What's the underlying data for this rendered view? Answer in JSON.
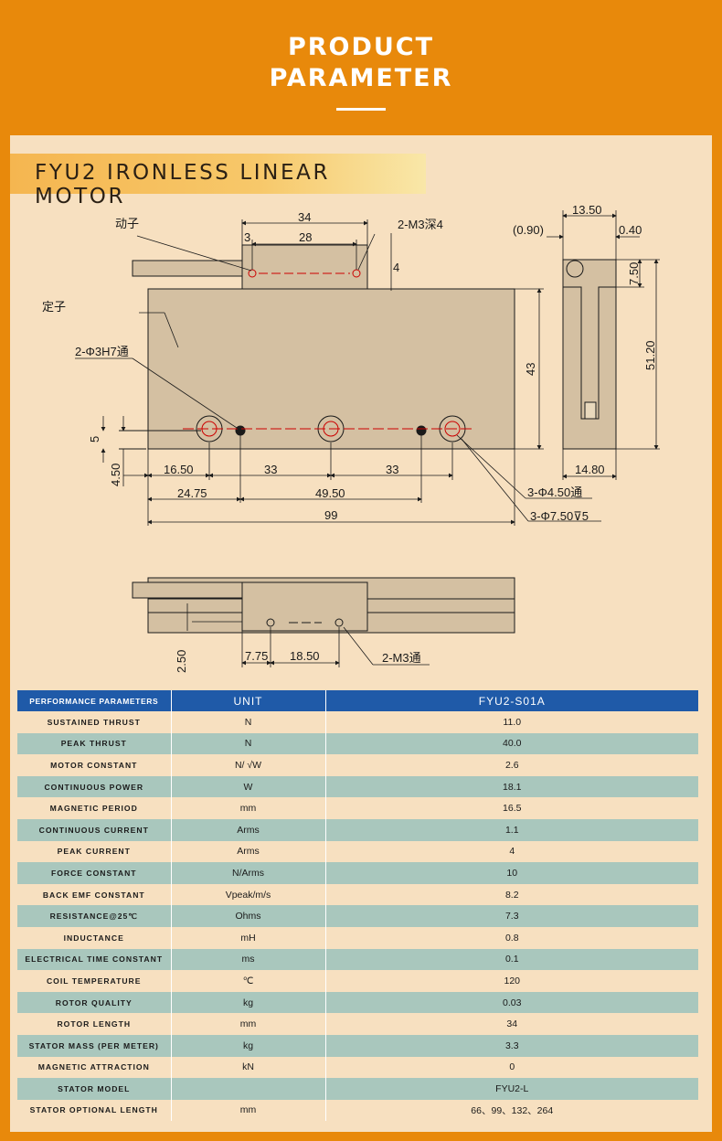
{
  "header": {
    "line1": "PRODUCT",
    "line2": "PARAMETER"
  },
  "section_title": "FYU2 IRONLESS LINEAR MOTOR",
  "drawing": {
    "labels": {
      "mover": "动子",
      "stator": "定子",
      "pin_holes": "2-Φ3H7通",
      "top_tapped": "2-M3深4",
      "thru_holes": "3-Φ4.50通",
      "counterbore": "3-Φ7.50⊽5",
      "bottom_tapped": "2-M3通"
    },
    "dims": {
      "d34": "34",
      "d28": "28",
      "d3": "3",
      "d4": "4",
      "d43": "43",
      "d5": "5",
      "d450": "4.50",
      "d1650": "16.50",
      "d33a": "33",
      "d33b": "33",
      "d2475": "24.75",
      "d4950": "49.50",
      "d99": "99",
      "d1350": "13.50",
      "d090": "(0.90)",
      "d040": "0.40",
      "d750": "7.50",
      "d5120": "51.20",
      "d1480": "14.80",
      "d250": "2.50",
      "d775": "7.75",
      "d1850": "18.50"
    }
  },
  "table": {
    "headers": [
      "PERFORMANCE PARAMETERS",
      "UNIT",
      "FYU2-S01A"
    ],
    "rows": [
      [
        "SUSTAINED THRUST",
        "N",
        "11.0"
      ],
      [
        "PEAK THRUST",
        "N",
        "40.0"
      ],
      [
        "MOTOR CONSTANT",
        "N/ √W",
        "2.6"
      ],
      [
        "CONTINUOUS POWER",
        "W",
        "18.1"
      ],
      [
        "MAGNETIC PERIOD",
        "mm",
        "16.5"
      ],
      [
        "CONTINUOUS CURRENT",
        "Arms",
        "1.1"
      ],
      [
        "PEAK CURRENT",
        "Arms",
        "4"
      ],
      [
        "FORCE CONSTANT",
        "N/Arms",
        "10"
      ],
      [
        "BACK EMF CONSTANT",
        "Vpeak/m/s",
        "8.2"
      ],
      [
        "RESISTANCE@25℃",
        "Ohms",
        "7.3"
      ],
      [
        "INDUCTANCE",
        "mH",
        "0.8"
      ],
      [
        "ELECTRICAL TIME CONSTANT",
        "ms",
        "0.1"
      ],
      [
        "COIL TEMPERATURE",
        "℃",
        "120"
      ],
      [
        "ROTOR QUALITY",
        "kg",
        "0.03"
      ],
      [
        "ROTOR LENGTH",
        "mm",
        "34"
      ],
      [
        "STATOR MASS (PER METER)",
        "kg",
        "3.3"
      ],
      [
        "MAGNETIC ATTRACTION",
        "kN",
        "0"
      ],
      [
        "STATOR MODEL",
        "",
        "FYU2-L"
      ],
      [
        "STATOR OPTIONAL LENGTH",
        "mm",
        "66、99、132、264"
      ]
    ]
  }
}
